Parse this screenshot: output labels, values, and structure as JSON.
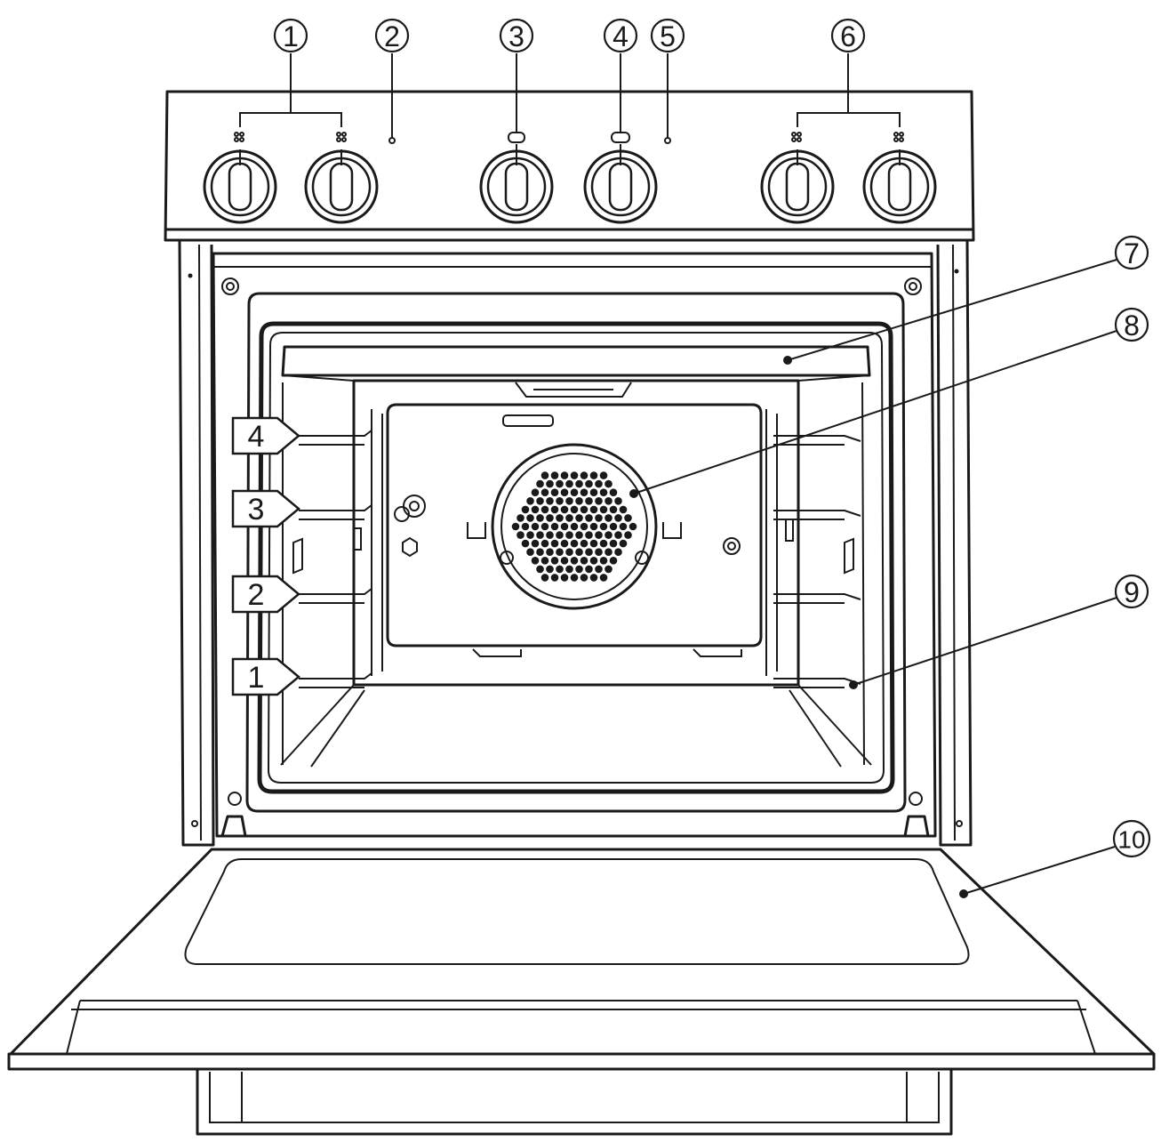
{
  "callouts": [
    {
      "id": "1",
      "label": "1"
    },
    {
      "id": "2",
      "label": "2"
    },
    {
      "id": "3",
      "label": "3"
    },
    {
      "id": "4",
      "label": "4"
    },
    {
      "id": "5",
      "label": "5"
    },
    {
      "id": "6",
      "label": "6"
    },
    {
      "id": "7",
      "label": "7"
    },
    {
      "id": "8",
      "label": "8"
    },
    {
      "id": "9",
      "label": "9"
    },
    {
      "id": "10",
      "label": "10"
    }
  ],
  "shelf_levels": [
    "4",
    "3",
    "2",
    "1"
  ],
  "colors": {
    "line": "#1a1a1a",
    "background": "#ffffff"
  }
}
